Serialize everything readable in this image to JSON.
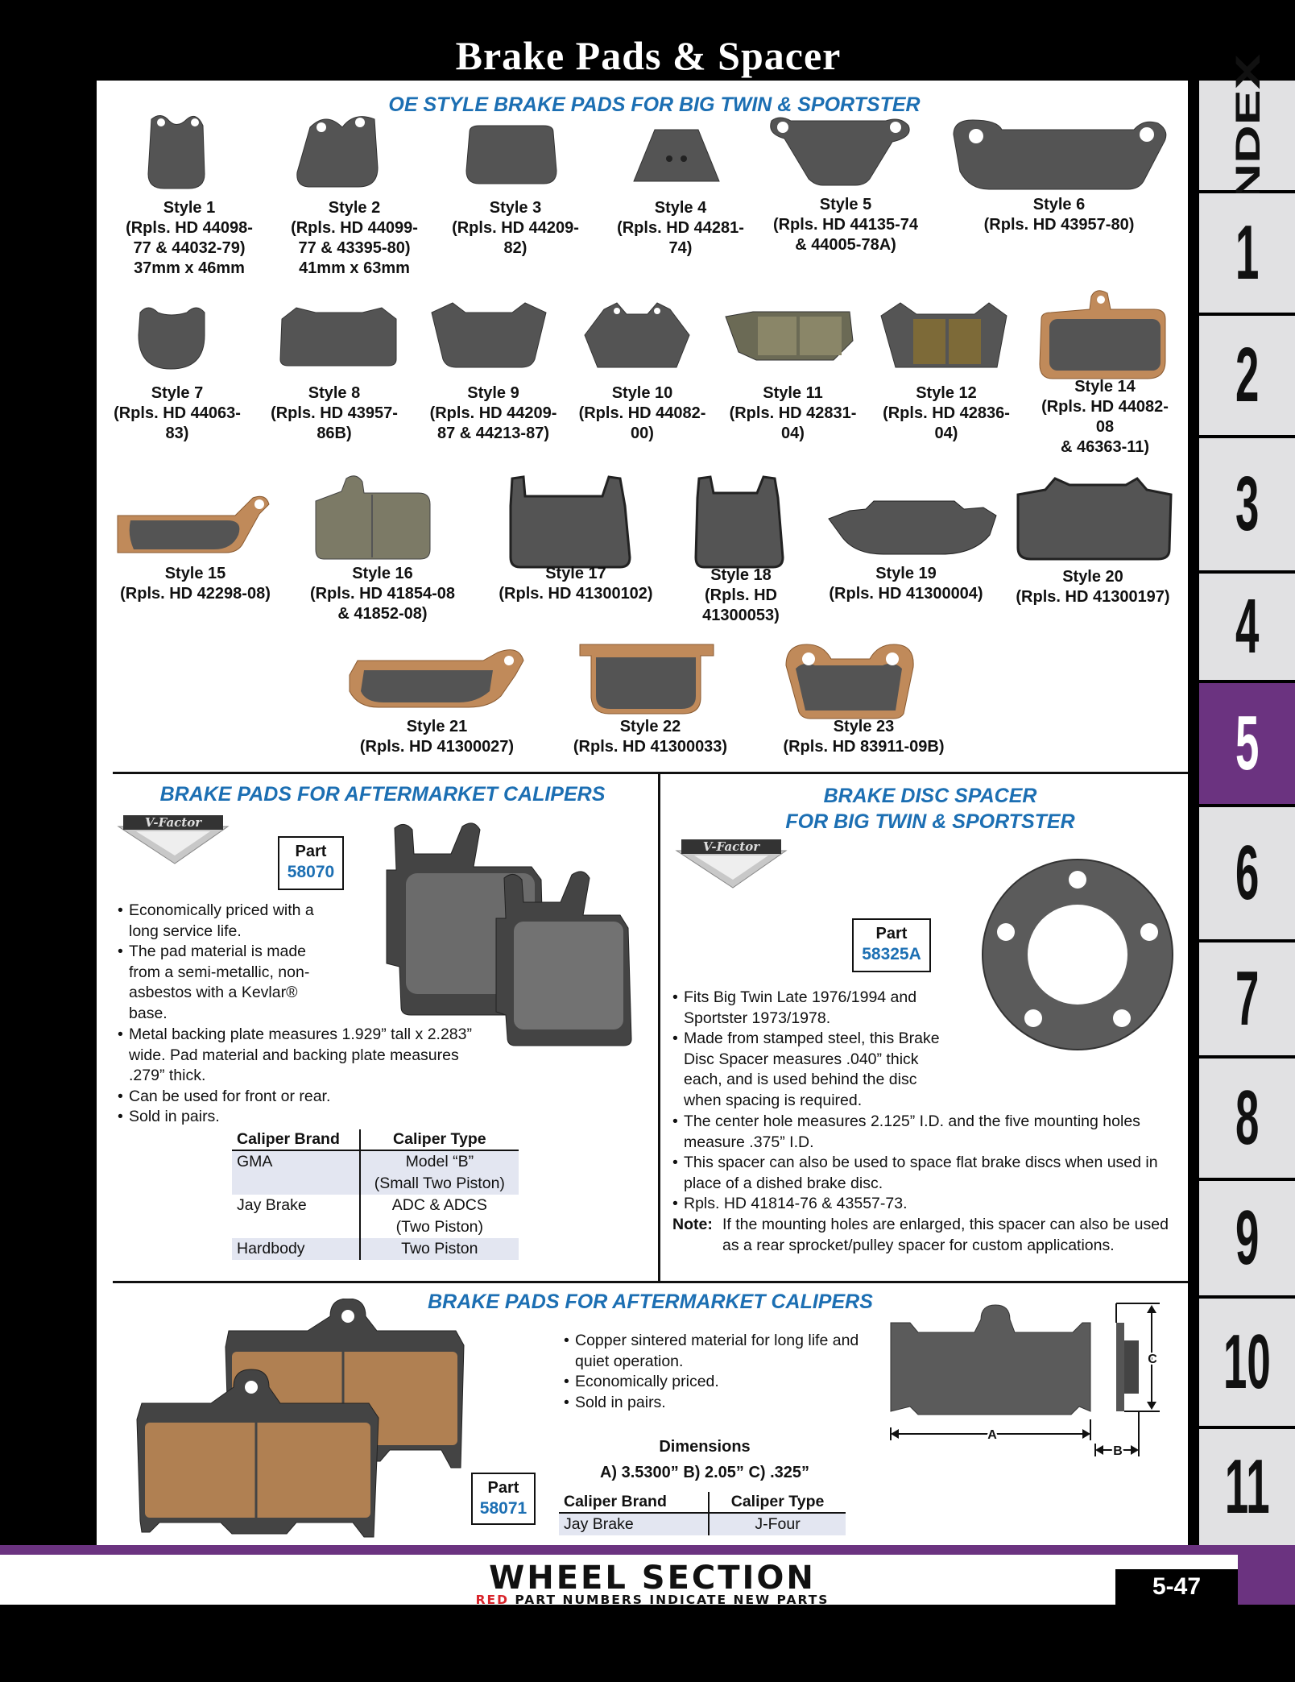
{
  "page_title": "Brake Pads & Spacer",
  "tabs": [
    "INDEX",
    "1",
    "2",
    "3",
    "4",
    "5",
    "6",
    "7",
    "8",
    "9",
    "10",
    "11"
  ],
  "active_tab": "5",
  "oe_section": {
    "title": "OE STYLE BRAKE PADS FOR BIG TWIN & SPORTSTER",
    "styles": [
      {
        "label": "Style 1\n(Rpls. HD 44098-\n77 & 44032-79)\n37mm x 46mm"
      },
      {
        "label": "Style 2\n(Rpls. HD 44099-\n77 & 43395-80)\n41mm x 63mm"
      },
      {
        "label": "Style 3\n(Rpls. HD 44209-\n82)"
      },
      {
        "label": "Style 4\n(Rpls. HD 44281-\n74)"
      },
      {
        "label": "Style 5\n(Rpls. HD 44135-74\n& 44005-78A)"
      },
      {
        "label": "Style 6\n(Rpls. HD 43957-80)"
      },
      {
        "label": "Style 7\n(Rpls. HD 44063-\n83)"
      },
      {
        "label": "Style 8\n(Rpls. HD 43957-\n86B)"
      },
      {
        "label": "Style 9\n(Rpls. HD 44209-\n87 & 44213-87)"
      },
      {
        "label": "Style 10\n(Rpls. HD 44082-\n00)"
      },
      {
        "label": "Style 11\n(Rpls. HD 42831-\n04)"
      },
      {
        "label": "Style 12\n(Rpls. HD 42836-\n04)"
      },
      {
        "label": "Style 14\n(Rpls. HD 44082-\n08\n& 46363-11)"
      },
      {
        "label": "Style 15\n(Rpls. HD 42298-08)"
      },
      {
        "label": "Style 16\n(Rpls. HD 41854-08\n& 41852-08)"
      },
      {
        "label": "Style 17\n(Rpls. HD 41300102)"
      },
      {
        "label": "Style 18\n(Rpls. HD\n41300053)"
      },
      {
        "label": "Style 19\n(Rpls. HD 41300004)"
      },
      {
        "label": "Style 20\n(Rpls. HD 41300197)"
      },
      {
        "label": "Style 21\n(Rpls. HD 41300027)"
      },
      {
        "label": "Style 22\n(Rpls. HD 41300033)"
      },
      {
        "label": "Style 23\n(Rpls. HD 83911-09B)"
      }
    ]
  },
  "aftermarket_1": {
    "title": "BRAKE PADS FOR AFTERMARKET CALIPERS",
    "logo_text": "V-Factor",
    "part_label": "Part",
    "part_number": "58070",
    "bullets": [
      "Economically priced with a long service life.",
      "The pad material is made from a semi-metallic, non-asbestos with a Kevlar® base.",
      "Metal backing plate measures 1.929” tall x 2.283” wide. Pad material and backing plate measures .279” thick.",
      "Can be used for front or rear.",
      "Sold in pairs."
    ],
    "table": {
      "headers": [
        "Caliper Brand",
        "Caliper Type"
      ],
      "rows": [
        [
          "GMA",
          "Model “B”"
        ],
        [
          "",
          "(Small Two Piston)"
        ],
        [
          "Jay Brake",
          "ADC & ADCS"
        ],
        [
          "",
          "(Two Piston)"
        ],
        [
          "Hardbody",
          "Two Piston"
        ]
      ]
    }
  },
  "spacer": {
    "title_line1": "BRAKE DISC SPACER",
    "title_line2": "FOR BIG TWIN & SPORTSTER",
    "logo_text": "V-Factor",
    "part_label": "Part",
    "part_number": "58325A",
    "bullets": [
      "Fits Big Twin Late 1976/1994 and Sportster 1973/1978.",
      "Made from stamped steel, this Brake Disc Spacer measures .040” thick each, and is used behind the disc when spacing is required.",
      "The center hole measures 2.125” I.D. and the five mounting holes measure .375” I.D.",
      "This spacer can also be used to space flat brake discs when used in place of a dished brake disc.",
      "Rpls. HD 41814-76 & 43557-73."
    ],
    "note_label": "Note:",
    "note_text": "If the mounting holes are enlarged, this spacer can also be used as a rear sprocket/pulley spacer for custom applications."
  },
  "aftermarket_2": {
    "title": "BRAKE PADS FOR AFTERMARKET CALIPERS",
    "bullets": [
      "Copper sintered material for long life and quiet operation.",
      "Economically priced.",
      "Sold in pairs."
    ],
    "dimensions_label": "Dimensions",
    "dimensions_value": "A) 3.5300” B) 2.05” C) .325”",
    "diagram_labels": {
      "a": "A",
      "b": "B",
      "c": "C"
    },
    "part_label": "Part",
    "part_number": "58071",
    "table": {
      "headers": [
        "Caliper Brand",
        "Caliper Type"
      ],
      "rows": [
        [
          "Jay Brake",
          "J-Four"
        ]
      ]
    }
  },
  "footer": {
    "title": "WHEEL SECTION",
    "sub_red": "RED",
    "sub_rest": " PART NUMBERS INDICATE NEW PARTS",
    "page_number": "5-47"
  },
  "colors": {
    "accent_blue": "#1c6fb3",
    "purple": "#6b3380",
    "red": "#d8232a",
    "pad_dark": "#545454",
    "pad_copper": "#c08a5a"
  }
}
